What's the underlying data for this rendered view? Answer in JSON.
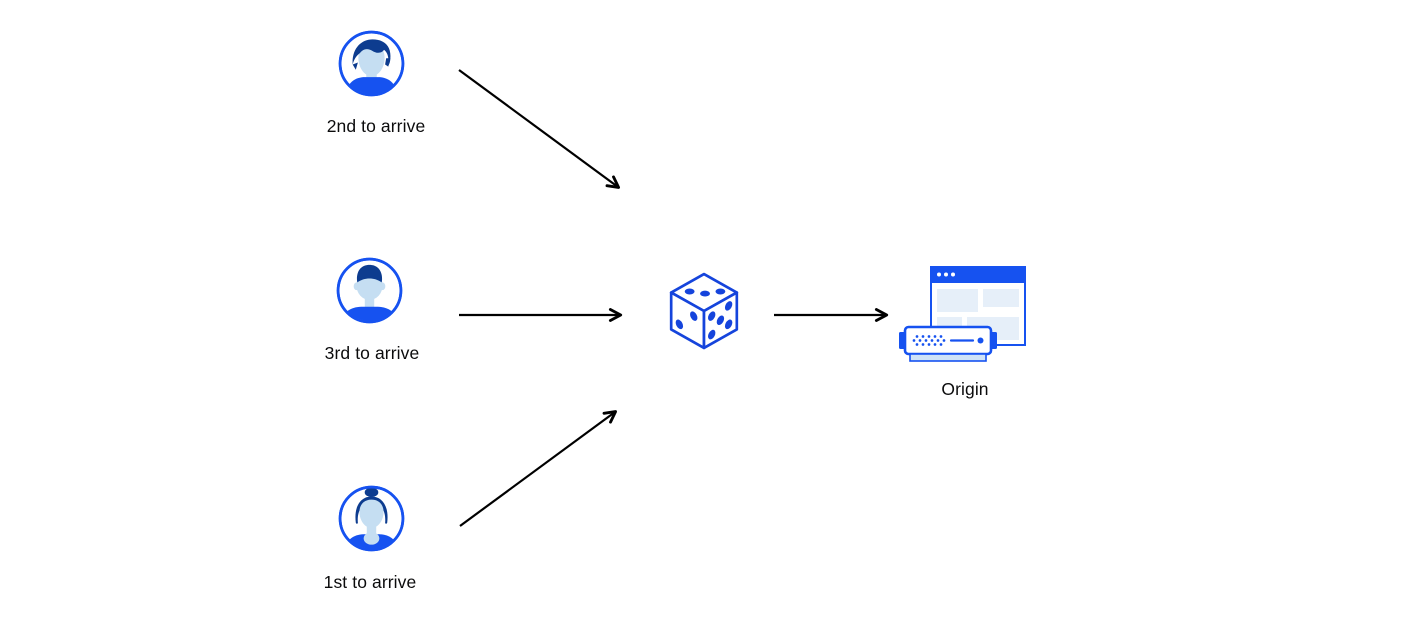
{
  "diagram": {
    "colors": {
      "background": "#FFFFFF",
      "accent_blue": "#1652F0",
      "dice_blue": "#1544DC",
      "navy_hair": "#0D3C8F",
      "skin_light_blue": "#C5DEF2",
      "panel_light_blue": "#E6EFF9",
      "server_base_blue": "#CFE3F7",
      "arrow_black": "#000000",
      "text_black": "#0B0B0C"
    },
    "users": [
      {
        "id": "user-2nd",
        "label": "2nd to arrive",
        "icon": "male-swept-hair-avatar-icon"
      },
      {
        "id": "user-3rd",
        "label": "3rd to arrive",
        "icon": "male-short-hair-avatar-icon"
      },
      {
        "id": "user-1st",
        "label": "1st to arrive",
        "icon": "female-bun-hair-avatar-icon"
      }
    ],
    "router": {
      "id": "dice",
      "icon": "dice-icon"
    },
    "origin": {
      "id": "origin",
      "label": "Origin",
      "icon": "origin-server-browser-icon"
    },
    "arrows": [
      {
        "from": "user-2nd",
        "to": "dice"
      },
      {
        "from": "user-3rd",
        "to": "dice"
      },
      {
        "from": "user-1st",
        "to": "dice"
      },
      {
        "from": "dice",
        "to": "origin"
      }
    ]
  }
}
